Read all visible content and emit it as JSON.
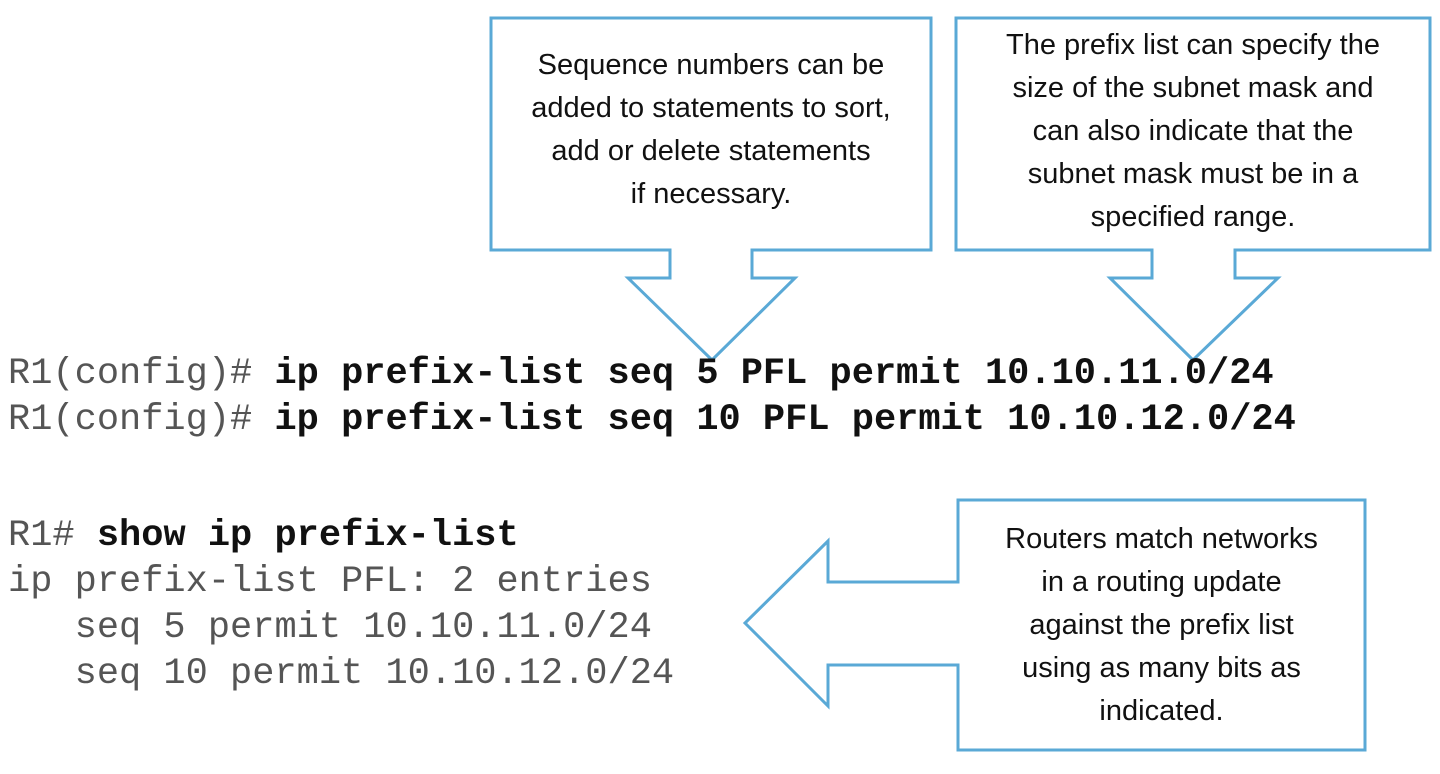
{
  "callouts": {
    "sequence": {
      "lines": [
        "Sequence numbers can be",
        "added to statements to sort,",
        "add or delete statements",
        "if necessary."
      ]
    },
    "prefix": {
      "lines": [
        "The prefix list can specify the",
        "size of the subnet mask and",
        "can also indicate that the",
        "subnet mask must be in a",
        "specified range."
      ]
    },
    "routers": {
      "lines": [
        "Routers match networks",
        "in a routing update",
        "against the prefix list",
        "using as many bits as",
        "indicated."
      ]
    }
  },
  "config": [
    {
      "prompt": "R1(config)# ",
      "command": "ip prefix-list seq 5 PFL permit 10.10.11.0/24"
    },
    {
      "prompt": "R1(config)# ",
      "command": "ip prefix-list seq 10 PFL permit 10.10.12.0/24"
    }
  ],
  "show": {
    "prompt": "R1# ",
    "command": "show ip prefix-list",
    "output": [
      "ip prefix-list PFL: 2 entries",
      "   seq 5 permit 10.10.11.0/24",
      "   seq 10 permit 10.10.12.0/24"
    ]
  },
  "colors": {
    "callout_border": "#5aa9d6",
    "prompt_text": "#555555",
    "command_text": "#111111"
  }
}
